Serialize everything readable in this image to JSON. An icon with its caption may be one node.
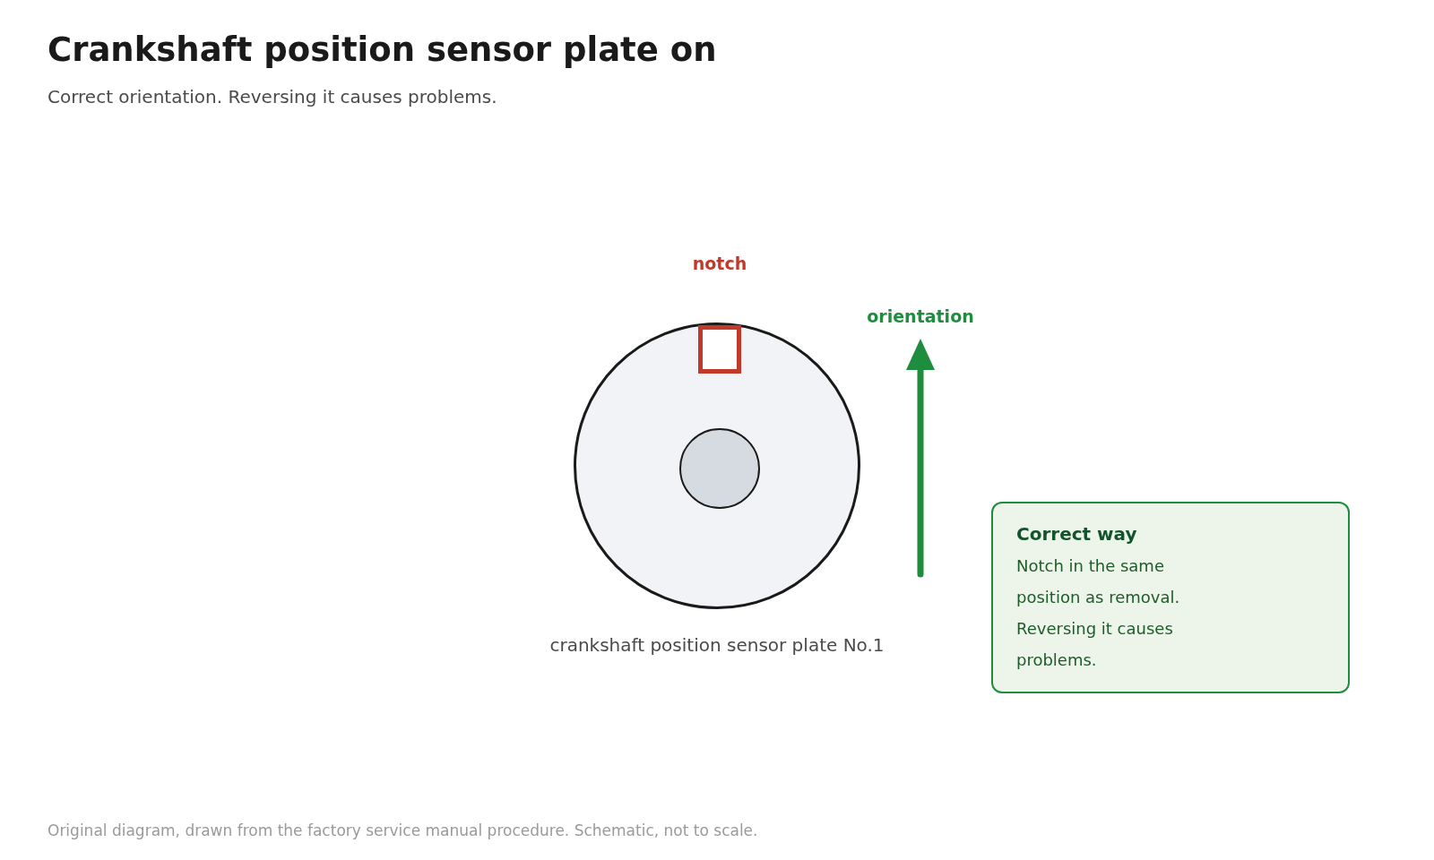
{
  "diagram": {
    "title": "Crankshaft position sensor plate on",
    "caption": "Original diagram, drawn from the factory service manual procedure. Schematic, not to scale.",
    "nodes": [
      {
        "text": [],
        "shape": "circle",
        "beside": [
          "crankshaft position sensor plate No.1"
        ]
      },
      {
        "text": [
          "notch"
        ],
        "in": 0
      },
      {
        "text": [],
        "shape": "circle",
        "in": 0
      },
      {
        "text": [
          "Correct way",
          "Notch in the same position as removal. Reversing it causes problems."
        ]
      }
    ],
    "labels": [
      "Correct orientation. Reversing it causes problems.",
      "orientation"
    ]
  }
}
